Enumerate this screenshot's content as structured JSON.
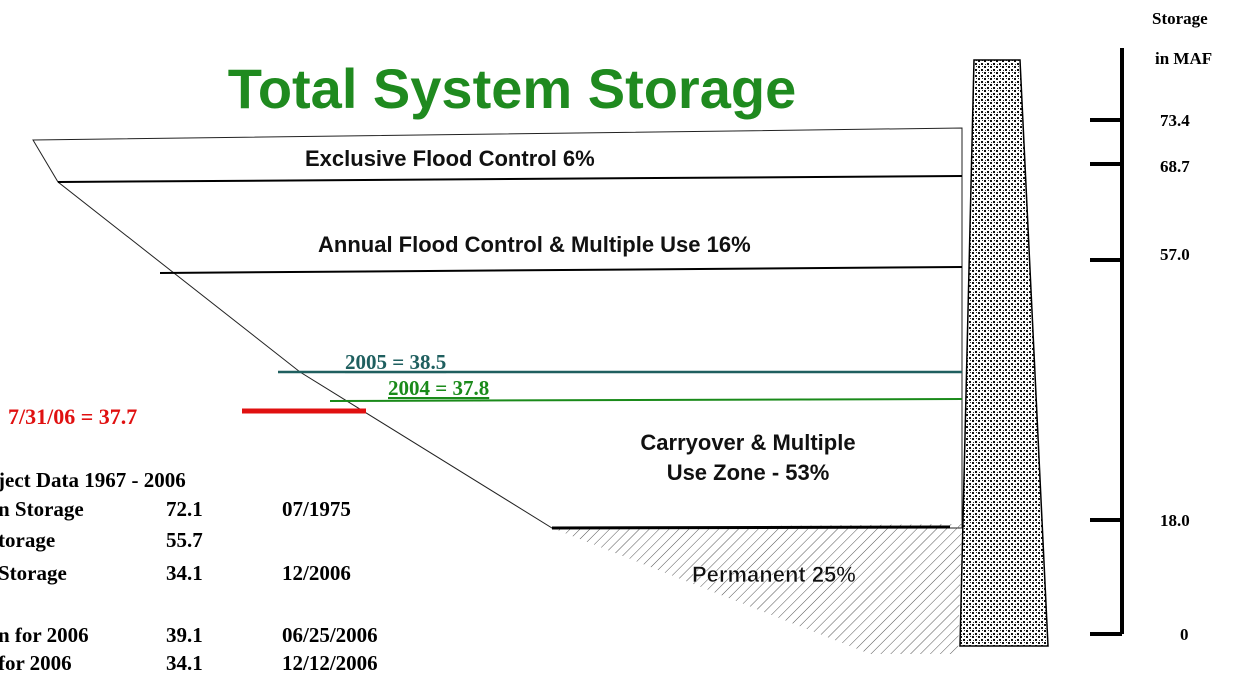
{
  "title": "Total System Storage",
  "zones": {
    "flood": "Exclusive Flood Control 6%",
    "annual": "Annual Flood Control & Multiple Use 16%",
    "carry1": "Carryover & Multiple",
    "carry2": "Use Zone - 53%",
    "permanent": "Permanent  25%"
  },
  "levels": {
    "y2005": "2005 = 38.5",
    "y2004": "2004 = 37.8",
    "current": "7/31/06 = 37.7"
  },
  "scale": {
    "title1": "Storage",
    "title2": "in MAF",
    "ticks": [
      "73.4",
      "68.7",
      "57.0",
      "18.0",
      "0"
    ]
  },
  "project": {
    "header": "ject Data  1967 - 2006",
    "rows": [
      {
        "label": "n Storage",
        "value": "72.1",
        "date": "07/1975"
      },
      {
        "label": "torage",
        "value": "55.7",
        "date": ""
      },
      {
        "label": " Storage",
        "value": "34.1",
        "date": "12/2006"
      },
      {
        "label": "n  for 2006",
        "value": "39.1",
        "date": "06/25/2006"
      },
      {
        "label": " for 2006",
        "value": "34.1",
        "date": "12/12/2006"
      }
    ]
  },
  "colors": {
    "title": "#1f8a1f",
    "line2005": "#1f5f5f",
    "line2004": "#1a8a1a",
    "current": "#e01010"
  }
}
